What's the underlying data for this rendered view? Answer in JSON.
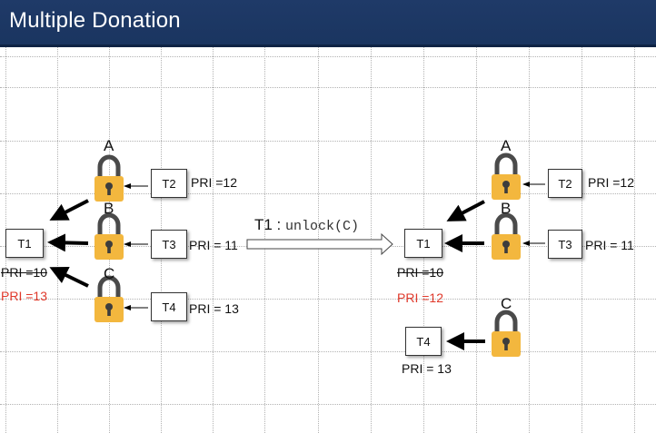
{
  "title": "Multiple Donation",
  "left": {
    "locks": {
      "a": "A",
      "b": "B",
      "c": "C"
    },
    "threads": {
      "t1": "T1",
      "t2": "T2",
      "t3": "T3",
      "t4": "T4"
    },
    "pri": {
      "t2": "PRI =12",
      "t3": "PRI = 11",
      "t4": "PRI = 13",
      "t1_old": "PRI =10",
      "t1_new": "PRI =13"
    }
  },
  "transition": {
    "thread": "T1 :",
    "action": "unlock(C)"
  },
  "right": {
    "locks": {
      "a": "A",
      "b": "B",
      "c": "C"
    },
    "threads": {
      "t1": "T1",
      "t2": "T2",
      "t3": "T3",
      "t4": "T4"
    },
    "pri": {
      "t2": "PRI =12",
      "t3": "PRI = 11",
      "t4": "PRI = 13",
      "t1_old": "PRI =10",
      "t1_new": "PRI =12"
    }
  },
  "colors": {
    "header": "#1f3a68",
    "lock_body": "#f3b73e",
    "lock_shackle": "#4a4a4a",
    "donated_priority": "#e0392b"
  }
}
